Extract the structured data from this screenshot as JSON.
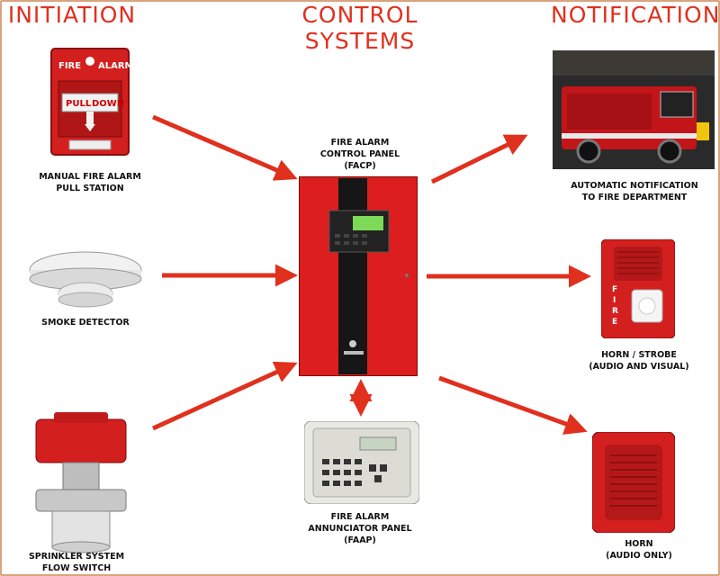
{
  "headers": {
    "initiation": "INITIATION",
    "control": "CONTROL\nSYSTEMS",
    "notification": "NOTIFICATION"
  },
  "initiation_devices": [
    {
      "label": "MANUAL FIRE ALARM\nPULL STATION",
      "icon": "pull-station-icon"
    },
    {
      "label": "SMOKE DETECTOR",
      "icon": "smoke-detector-icon"
    },
    {
      "label": "SPRINKLER SYSTEM\nFLOW SWITCH",
      "icon": "flow-switch-icon"
    }
  ],
  "pull_station": {
    "top_left": "FIRE",
    "top_right": "ALARM",
    "pull": "PULL",
    "down": "DOWN"
  },
  "control": {
    "facp_label": "FIRE ALARM\nCONTROL PANEL\n(FACP)",
    "faap_label": "FIRE ALARM\nANNUNCIATOR PANEL\n(FAAP)"
  },
  "notification_devices": [
    {
      "label": "AUTOMATIC NOTIFICATION\nTO FIRE DEPARTMENT",
      "icon": "fire-truck-icon"
    },
    {
      "label": "HORN / STROBE\n(AUDIO AND VISUAL)",
      "icon": "horn-strobe-icon"
    },
    {
      "label": "HORN\n(AUDIO ONLY)",
      "icon": "horn-icon"
    }
  ],
  "strobe_text": "FIRE",
  "colors": {
    "header": "#e0301e",
    "arrow": "#e0301e",
    "device_red": "#d41f1f",
    "frame": "#d8a47f"
  }
}
